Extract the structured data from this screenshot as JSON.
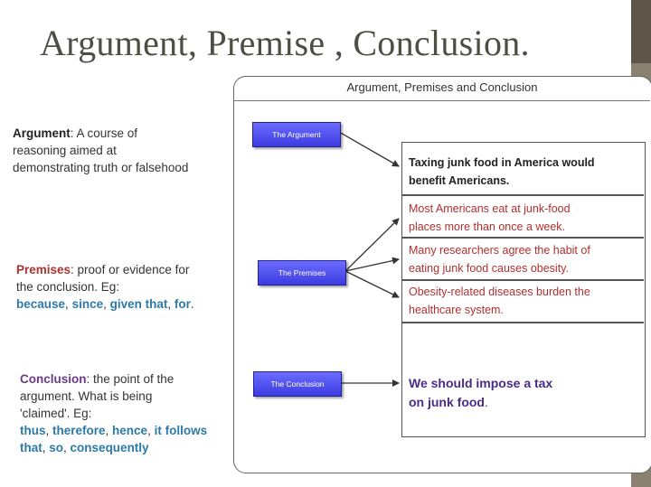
{
  "title": "Argument, Premise , Conclusion.",
  "definitions": {
    "argument": {
      "term": "Argument",
      "text_1": ": A course of",
      "text_2": "reasoning aimed at",
      "text_3": "demonstrating truth or falsehood"
    },
    "premises": {
      "term": "Premises",
      "text_1": ": proof or evidence for",
      "text_2": "the conclusion. Eg:",
      "keywords": [
        "because",
        "since",
        "given that",
        "for"
      ]
    },
    "conclusion": {
      "term": "Conclusion",
      "text_1": ": the point of the",
      "text_2": "argument. What is being",
      "text_3": "'claimed'. Eg:",
      "keywords": [
        "thus",
        "therefore",
        "hence",
        "it follows that",
        "so",
        "consequently"
      ]
    }
  },
  "diagram": {
    "title": "Argument, Premises and Conclusion",
    "nodes": {
      "argument": "The Argument",
      "premises": "The Premises",
      "conclusion": "The Conclusion"
    },
    "argument_statement": {
      "line_1": "Taxing junk food in America would",
      "line_2": "benefit Americans."
    },
    "premise_statements": [
      {
        "line_1": "Most Americans eat at junk-food",
        "line_2": "places more than once a week."
      },
      {
        "line_1": "Many researchers agree the habit of",
        "line_2": "eating junk food causes obesity."
      },
      {
        "line_1": "Obesity-related diseases burden the",
        "line_2": " healthcare system."
      }
    ],
    "conclusion_statement": {
      "line_1": "We should impose a tax",
      "line_2": "on junk food",
      "line_2_end": "."
    }
  },
  "colors": {
    "keyword": "#2c7aa8",
    "premise": "#b03030",
    "conclusion": "#6a3a8c",
    "node_fill": "#4a4af0",
    "sidebar": "#8a8171"
  }
}
